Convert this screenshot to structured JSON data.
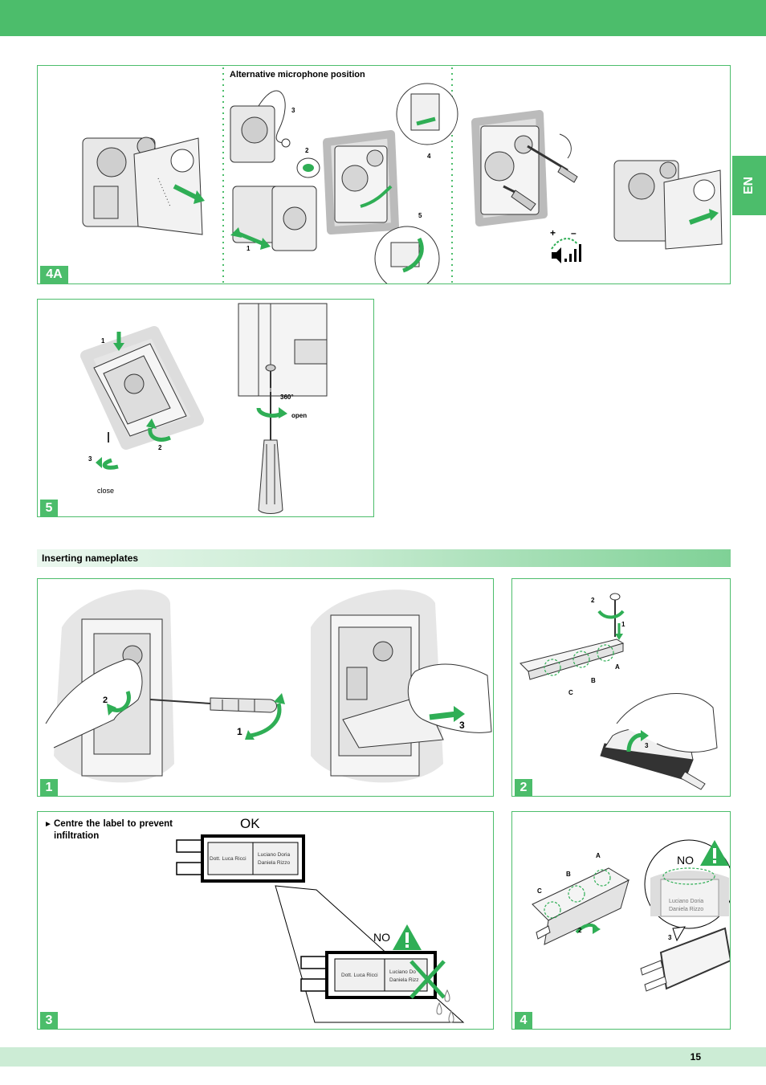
{
  "header": {
    "color": "#4cbd6b"
  },
  "side_tab": {
    "label": "EN"
  },
  "panel_4a": {
    "label": "4A",
    "caption": "Alternative microphone position",
    "steps": [
      "1",
      "2",
      "3",
      "4",
      "5"
    ],
    "icons": [
      "plus-icon",
      "minus-icon",
      "speaker-volume-icon"
    ]
  },
  "panel_5": {
    "label": "5",
    "steps": [
      "1",
      "2",
      "3"
    ],
    "angle": "360°",
    "open": "open",
    "close": "close"
  },
  "section": {
    "title": "Inserting nameplates"
  },
  "panel_1": {
    "label": "1",
    "steps": [
      "1",
      "2",
      "3"
    ]
  },
  "panel_2": {
    "label": "2",
    "steps": [
      "1",
      "2",
      "3"
    ],
    "letters": [
      "A",
      "B",
      "C"
    ]
  },
  "panel_3": {
    "label": "3",
    "instruction": "Centre the label to prevent infiltration",
    "ok": "OK",
    "no": "NO",
    "name_left": "Dott. Luca Ricci",
    "name_right_1": "Luciano Doria",
    "name_right_2": "Daniela Rizzo",
    "name_right_bad_1": "Luciano Do",
    "name_right_bad_2": "Daniela Rizz"
  },
  "panel_4": {
    "label": "4",
    "no": "NO",
    "steps": [
      "2",
      "3"
    ],
    "letters": [
      "A",
      "B",
      "C"
    ],
    "name_1": "Luciano Doria",
    "name_2": "Daniela Rizzo"
  },
  "footer": {
    "page_number": "15"
  },
  "colors": {
    "accent": "#4cbd6b",
    "arrow_green": "#2fae55",
    "light_green": "#ccecd5"
  }
}
